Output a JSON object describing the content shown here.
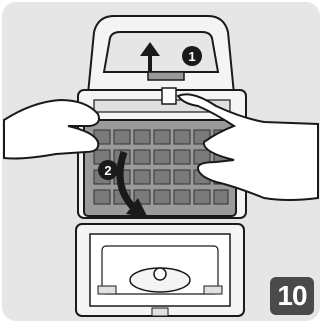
{
  "step": {
    "number": "10"
  },
  "callouts": [
    {
      "label": "1",
      "meaning": "lift-up"
    },
    {
      "label": "2",
      "meaning": "remove-plate"
    }
  ],
  "colors": {
    "panel_background": "#e6e6e6",
    "step_badge": "#4a4a4a",
    "outline": "#1a1a1a",
    "appliance_fill": "#f4f4f4",
    "plate_fill": "#9a9a9a"
  }
}
